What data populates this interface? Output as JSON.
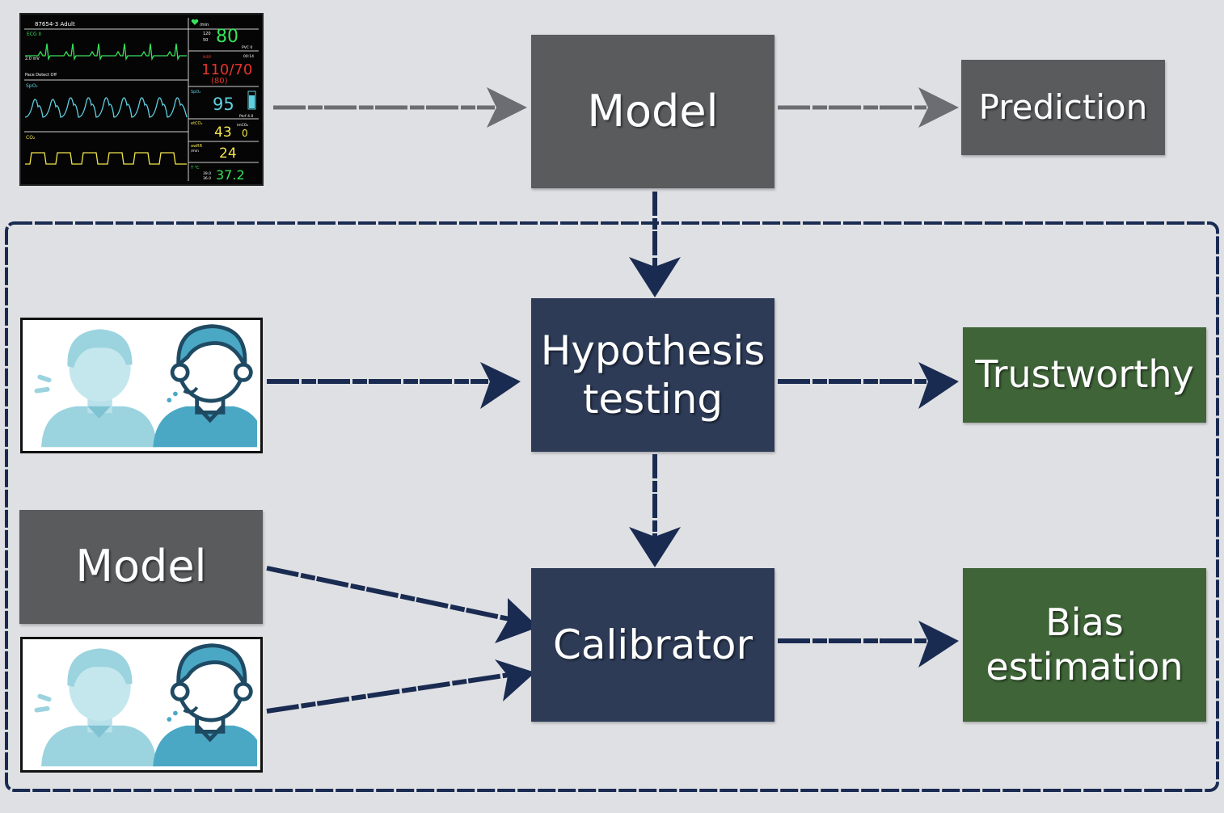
{
  "colors": {
    "background": "#dfe0e3",
    "gray_box": "#5a5b5d",
    "navy_box": "#2d3b57",
    "green_box": "#3f6438",
    "arrow": "#1a2b52",
    "monitor_green": "#37e25a",
    "monitor_red": "#e6322c",
    "monitor_yellow": "#f2e64a",
    "monitor_cyan": "#5fd0e0",
    "person_light": "#9bd3df",
    "person_dark": "#4aa8c5"
  },
  "monitor": {
    "patient": "87654-3 Adult",
    "ecg_label": "ECG II",
    "ecg_scale": "2.0 mV",
    "pace": "Pace Detect Off",
    "spo2_label": "SpO₂",
    "co2_label": "CO₂",
    "hr_unit": "/min",
    "hr_value": "80",
    "hr_limits_hi": "120",
    "hr_limits_lo": "50",
    "pvc": "PVC 0",
    "nibp_label": "NIBP",
    "nibp_time": "00:14",
    "bp_value": "110/70",
    "bp_mean": "(80)",
    "spo2_value": "95",
    "perf": "Perf 4.0",
    "etco2_label": "etCO₂",
    "etco2_value": "43",
    "inco2_label": "imCO₂",
    "inco2_value": "0",
    "awrr_label": "awRR",
    "awrr_unit": "/min",
    "awrr_value": "24",
    "temp_label": "T °C",
    "temp_value": "37.2",
    "temp_hi": "39.0",
    "temp_lo": "36.0"
  },
  "nodes": {
    "model_top": "Model",
    "prediction": "Prediction",
    "hypothesis_line1": "Hypothesis",
    "hypothesis_line2": "testing",
    "trustworthy": "Trustworthy",
    "model_left": "Model",
    "calibrator": "Calibrator",
    "bias_line1": "Bias",
    "bias_line2": "estimation"
  },
  "icons": {
    "monitor": "patient-monitor-icon",
    "people": "people-pair-icon",
    "arrow": "hand-drawn-arrow-icon"
  }
}
